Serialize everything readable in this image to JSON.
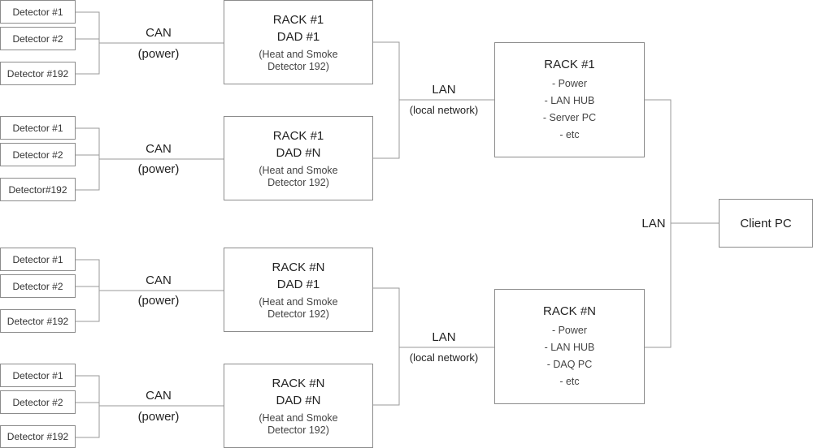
{
  "detector_groups": [
    {
      "detectors": [
        "Detector #1",
        "Detector #2",
        "Detector #192"
      ],
      "link": {
        "name": "CAN",
        "detail": "(power)"
      }
    },
    {
      "detectors": [
        "Detector #1",
        "Detector #2",
        "Detector#192"
      ],
      "link": {
        "name": "CAN",
        "detail": "(power)"
      }
    },
    {
      "detectors": [
        "Detector #1",
        "Detector #2",
        "Detector #192"
      ],
      "link": {
        "name": "CAN",
        "detail": "(power)"
      }
    },
    {
      "detectors": [
        "Detector #1",
        "Detector #2",
        "Detector #192"
      ],
      "link": {
        "name": "CAN",
        "detail": "(power)"
      }
    }
  ],
  "dads": [
    {
      "rack": "RACK #1",
      "dad": "DAD #1",
      "note_line1": "(Heat and Smoke",
      "note_line2": "Detector 192)"
    },
    {
      "rack": "RACK #1",
      "dad": "DAD #N",
      "note_line1": "(Heat and Smoke",
      "note_line2": "Detector 192)"
    },
    {
      "rack": "RACK #N",
      "dad": "DAD #1",
      "note_line1": "(Heat and Smoke",
      "note_line2": "Detector 192)"
    },
    {
      "rack": "RACK #N",
      "dad": "DAD #N",
      "note_line1": "(Heat and Smoke",
      "note_line2": "Detector 192)"
    }
  ],
  "local_links": [
    {
      "name": "LAN",
      "detail": "(local network)"
    },
    {
      "name": "LAN",
      "detail": "(local network)"
    }
  ],
  "racks": [
    {
      "title": "RACK #1",
      "items": [
        "- Power",
        "- LAN HUB",
        "- Server PC",
        "- etc"
      ]
    },
    {
      "title": "RACK #N",
      "items": [
        "- Power",
        "- LAN HUB",
        "- DAQ PC",
        "- etc"
      ]
    }
  ],
  "client_link": "LAN",
  "client": "Client PC"
}
